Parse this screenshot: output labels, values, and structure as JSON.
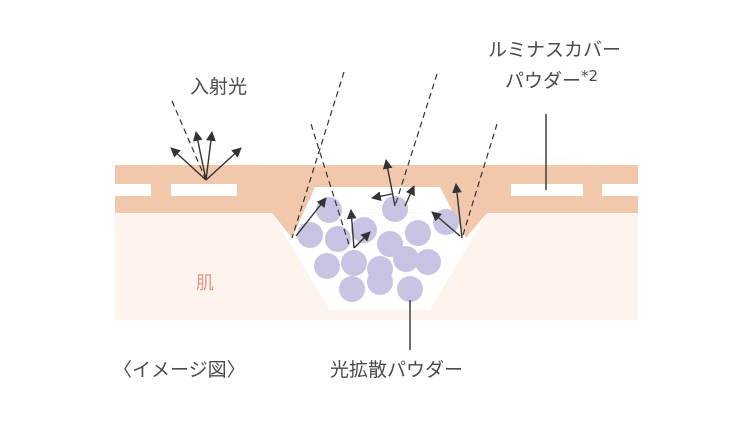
{
  "labels": {
    "incident_light": "入射光",
    "luminous_cover_powder": "ルミナスカバー",
    "luminous_cover_powder_line2": "パウダー",
    "footnote_mark": "*2",
    "skin": "肌",
    "image_caption": "〈イメージ図〉",
    "light_diffusing_powder": "光拡散パウダー"
  },
  "colors": {
    "skin_layer": "#fdf4ee",
    "cover_band": "#f2c8ad",
    "powder_particle": "#c9c3e3",
    "glow": "#faf3a8",
    "line": "#333333",
    "skin_text": "#e7948a"
  }
}
